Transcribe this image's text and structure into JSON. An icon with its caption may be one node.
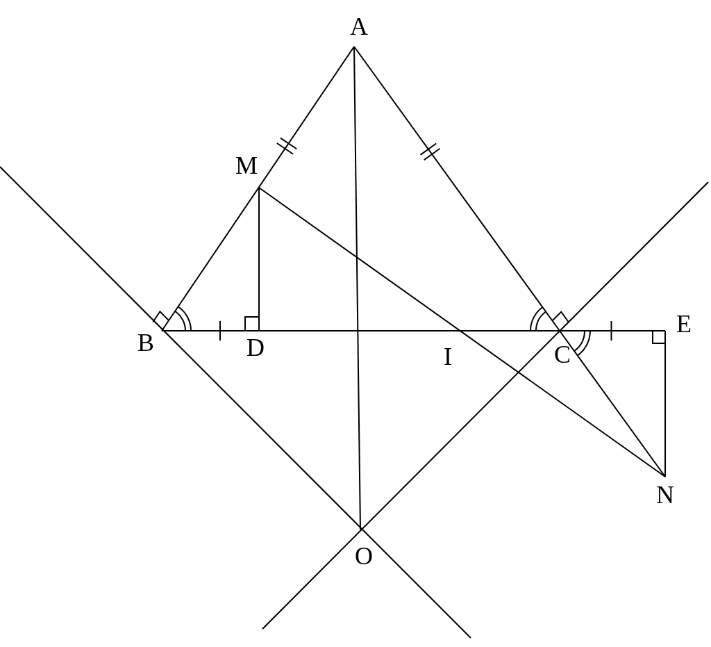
{
  "diagram": {
    "labels": [
      "A",
      "M",
      "B",
      "D",
      "I",
      "C",
      "E",
      "N",
      "O"
    ]
  }
}
